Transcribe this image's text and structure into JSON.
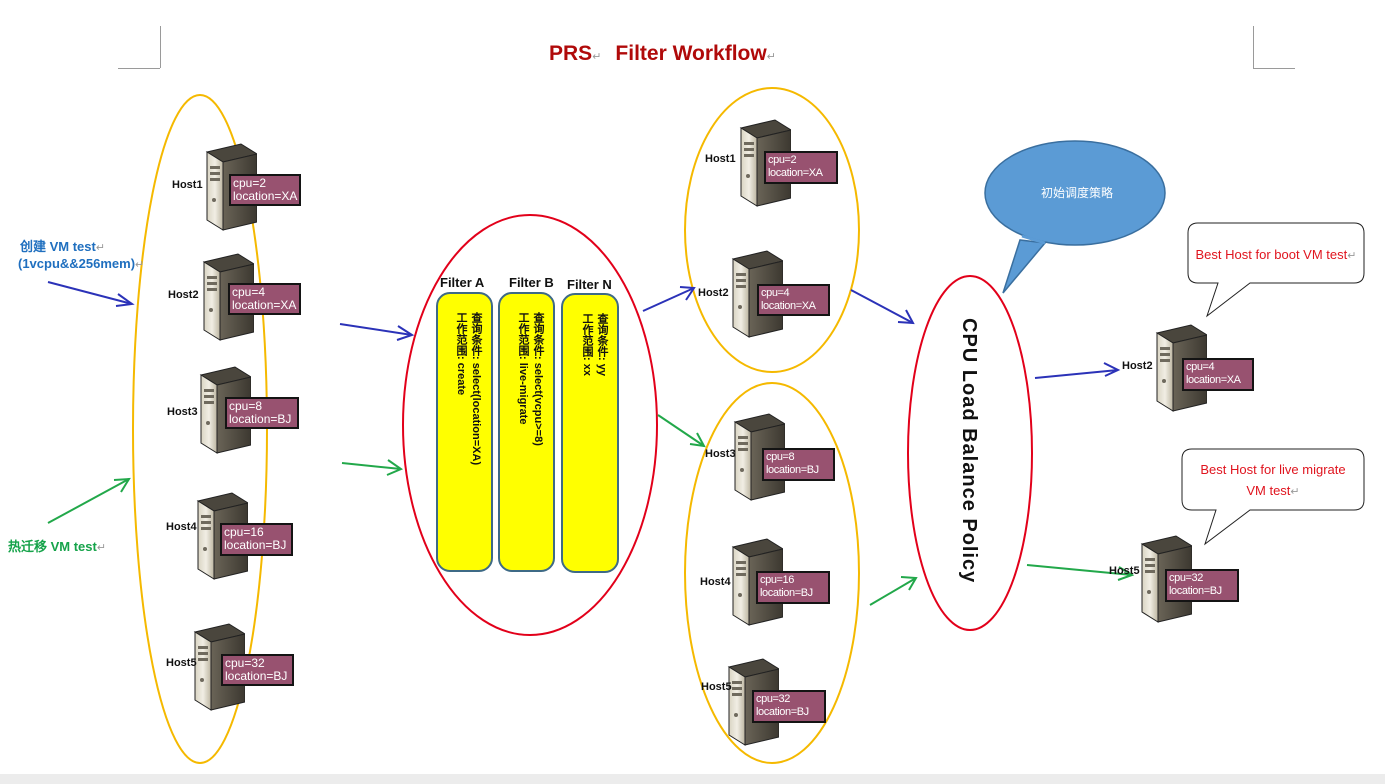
{
  "title": {
    "part1": "PRS",
    "part2": "Filter  Workflow"
  },
  "requests": {
    "create_line1": "创建 VM test",
    "create_line2": "(1vcpu&&256mem)",
    "migrate": "热迁移 VM test"
  },
  "pool": {
    "hosts": [
      {
        "name": "Host1",
        "cpu": "cpu=2",
        "location": "location=XA"
      },
      {
        "name": "Host2",
        "cpu": "cpu=4",
        "location": "location=XA"
      },
      {
        "name": "Host3",
        "cpu": "cpu=8",
        "location": "location=BJ"
      },
      {
        "name": "Host4",
        "cpu": "cpu=16",
        "location": "location=BJ"
      },
      {
        "name": "Host5",
        "cpu": "cpu=32",
        "location": "location=BJ"
      }
    ]
  },
  "filters": [
    {
      "label": "Filter A",
      "scope_line": "工作范围:  create",
      "query_line": "查询条件:  select(location=XA)"
    },
    {
      "label": "Filter B",
      "scope_line": "工作范围:  live-migrate",
      "query_line": "查询条件:  select(vcpu>=8)"
    },
    {
      "label": "Filter N",
      "scope_line": "工作范围:  xx",
      "query_line": "查询条件:  yy"
    }
  ],
  "create_group": {
    "hosts": [
      {
        "name": "Host1",
        "cpu": "cpu=2",
        "location": "location=XA"
      },
      {
        "name": "Host2",
        "cpu": "cpu=4",
        "location": "location=XA"
      }
    ]
  },
  "migrate_group": {
    "hosts": [
      {
        "name": "Host3",
        "cpu": "cpu=8",
        "location": "location=BJ"
      },
      {
        "name": "Host4",
        "cpu": "cpu=16",
        "location": "location=BJ"
      },
      {
        "name": "Host5",
        "cpu": "cpu=32",
        "location": "location=BJ"
      }
    ]
  },
  "policy": {
    "label": "CPU  Load  Balance  Policy",
    "bubble": "初始调度策略"
  },
  "results": {
    "boot": {
      "callout": "Best Host for boot VM test",
      "host": "Host2",
      "cpu": "cpu=4",
      "location": "location=XA"
    },
    "migrate": {
      "callout_line1": "Best Host for live migrate",
      "callout_line2": "VM test",
      "host": "Host5",
      "cpu": "cpu=32",
      "location": "location=BJ"
    }
  },
  "colors": {
    "title": "#b00a0a",
    "create_text": "#1f6fbf",
    "migrate_text": "#16a34a",
    "pool_ellipse": "#f5b900",
    "filter_ellipse": "#e2001a",
    "blue_arrow": "#2b32b8",
    "green_arrow": "#22a84a",
    "label_box": "#985270",
    "filter_box": "#ffff00",
    "bubble": "#5b9bd5"
  }
}
